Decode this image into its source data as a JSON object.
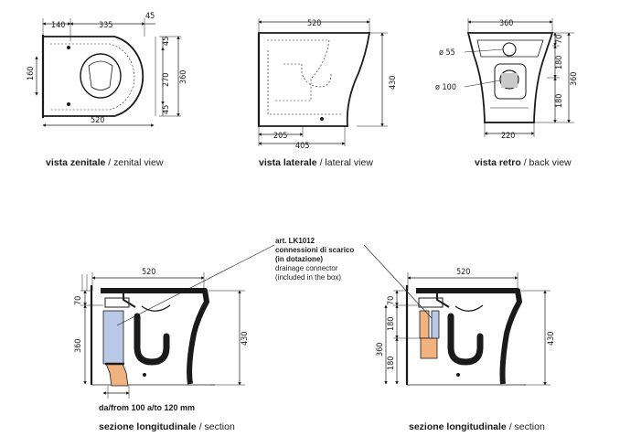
{
  "zenital": {
    "dims": {
      "d140": "140",
      "d335": "335",
      "d45a": "45",
      "d45b": "45",
      "d45c": "45",
      "d160": "160",
      "d270": "270",
      "d360": "360",
      "d520": "520"
    },
    "caption_it": "vista zenitale",
    "caption_en": "/ zenital view"
  },
  "lateral": {
    "dims": {
      "d520": "520",
      "d430": "430",
      "d205": "205",
      "d405": "405"
    },
    "caption_it": "vista laterale",
    "caption_en": "/ lateral view"
  },
  "back": {
    "dims": {
      "d360": "360",
      "d70": "70",
      "d180a": "180",
      "d180b": "180",
      "d360v": "360",
      "d220": "220",
      "o55": "ø 55",
      "o100": "ø 100"
    },
    "caption_it": "vista retro",
    "caption_en": "/ back view"
  },
  "section_left": {
    "dims": {
      "d520": "520",
      "d70": "70",
      "d360": "360",
      "d430": "430"
    },
    "range_prefix": "da/",
    "range_text": "from 100 a/to 120 mm",
    "caption_it": "sezione longitudinale",
    "caption_en": "/ section"
  },
  "section_right": {
    "dims": {
      "d520": "520",
      "d70": "70",
      "d180a": "180",
      "d180b": "180",
      "d360": "360",
      "d430": "430"
    },
    "caption_it": "sezione longitudinale",
    "caption_en": "/ section"
  },
  "note": {
    "line1": "art. LK1012",
    "line2": "connessioni di scarico",
    "line3": "(in dotazione)",
    "line4": "drainage connector",
    "line5": "(included in the box)"
  },
  "colors": {
    "accent_blue": "#b9c8e6",
    "accent_orange": "#f2b27f",
    "line": "#1a1a1a"
  }
}
